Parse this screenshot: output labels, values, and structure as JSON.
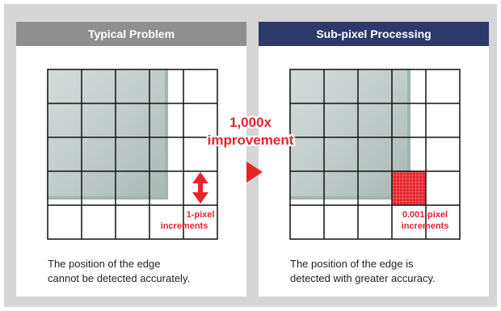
{
  "left_panel": {
    "header": "Typical Problem",
    "increment_label_line1": "1-pixel",
    "increment_label_line2": "increments",
    "caption_line1": "The position of the edge",
    "caption_line2": "cannot be detected accurately."
  },
  "right_panel": {
    "header": "Sub-pixel Processing",
    "increment_label_line1": "0.001-pixel",
    "increment_label_line2": "increments",
    "caption_line1": "The position of the edge is",
    "caption_line2": "detected with greater accuracy."
  },
  "improvement": {
    "line1": "1,000x",
    "line2": "improvement"
  },
  "colors": {
    "accent_red": "#e8232b",
    "left_header": "#8f8f8f",
    "right_header": "#2b3a6b",
    "background": "#d6d6d6"
  },
  "icons": [
    "double-arrow-icon",
    "right-arrow-icon"
  ]
}
